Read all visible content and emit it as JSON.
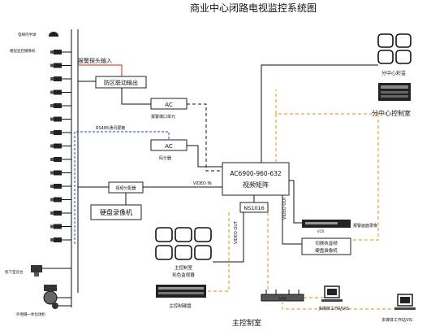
{
  "title": "商业中心闭路电视监控系统图",
  "left_labels": {
    "speed_dome": "电梯内半球",
    "fixed_camera": "楼层监控摄像机",
    "parking_camera": "机下室云台",
    "outdoor_camera": "外围摄一体化球机"
  },
  "alarm": {
    "probe_input": "报警探头输入",
    "zone_output": "防区联动输出",
    "ac1": "AC",
    "alarm_port": "报警端口单元",
    "ac2": "AC",
    "code_splitter": "码分器",
    "rs485": "RS485通讯屏蔽"
  },
  "video": {
    "distributor": "视频分配器",
    "dvr": "硬盘录像机",
    "video_in": "VIDEO IN",
    "video_out1": "VIDEO OUT",
    "video_out2": "VIDEO OUT"
  },
  "matrix": {
    "model": "AC6900-960-632",
    "name": "视频矩阵",
    "ns": "NS1016"
  },
  "outputs": {
    "alarm_recorder": "报警画面录像",
    "switcher": "切换执音频",
    "dvr2": "硬盘录像机",
    "vcr_label": "VCR"
  },
  "sub_center": {
    "monitor": "分中心彩监",
    "room": "分中心控制室"
  },
  "main_control": {
    "monitor": "主控制室",
    "monitor2": "彩色监视器",
    "keyboard": "主控制键盘",
    "room": "主控制室",
    "hub_label": "交换机"
  },
  "workstations": {
    "ws1": "多媒体工作站VIS",
    "ws2": "多媒体工作站VIS"
  }
}
